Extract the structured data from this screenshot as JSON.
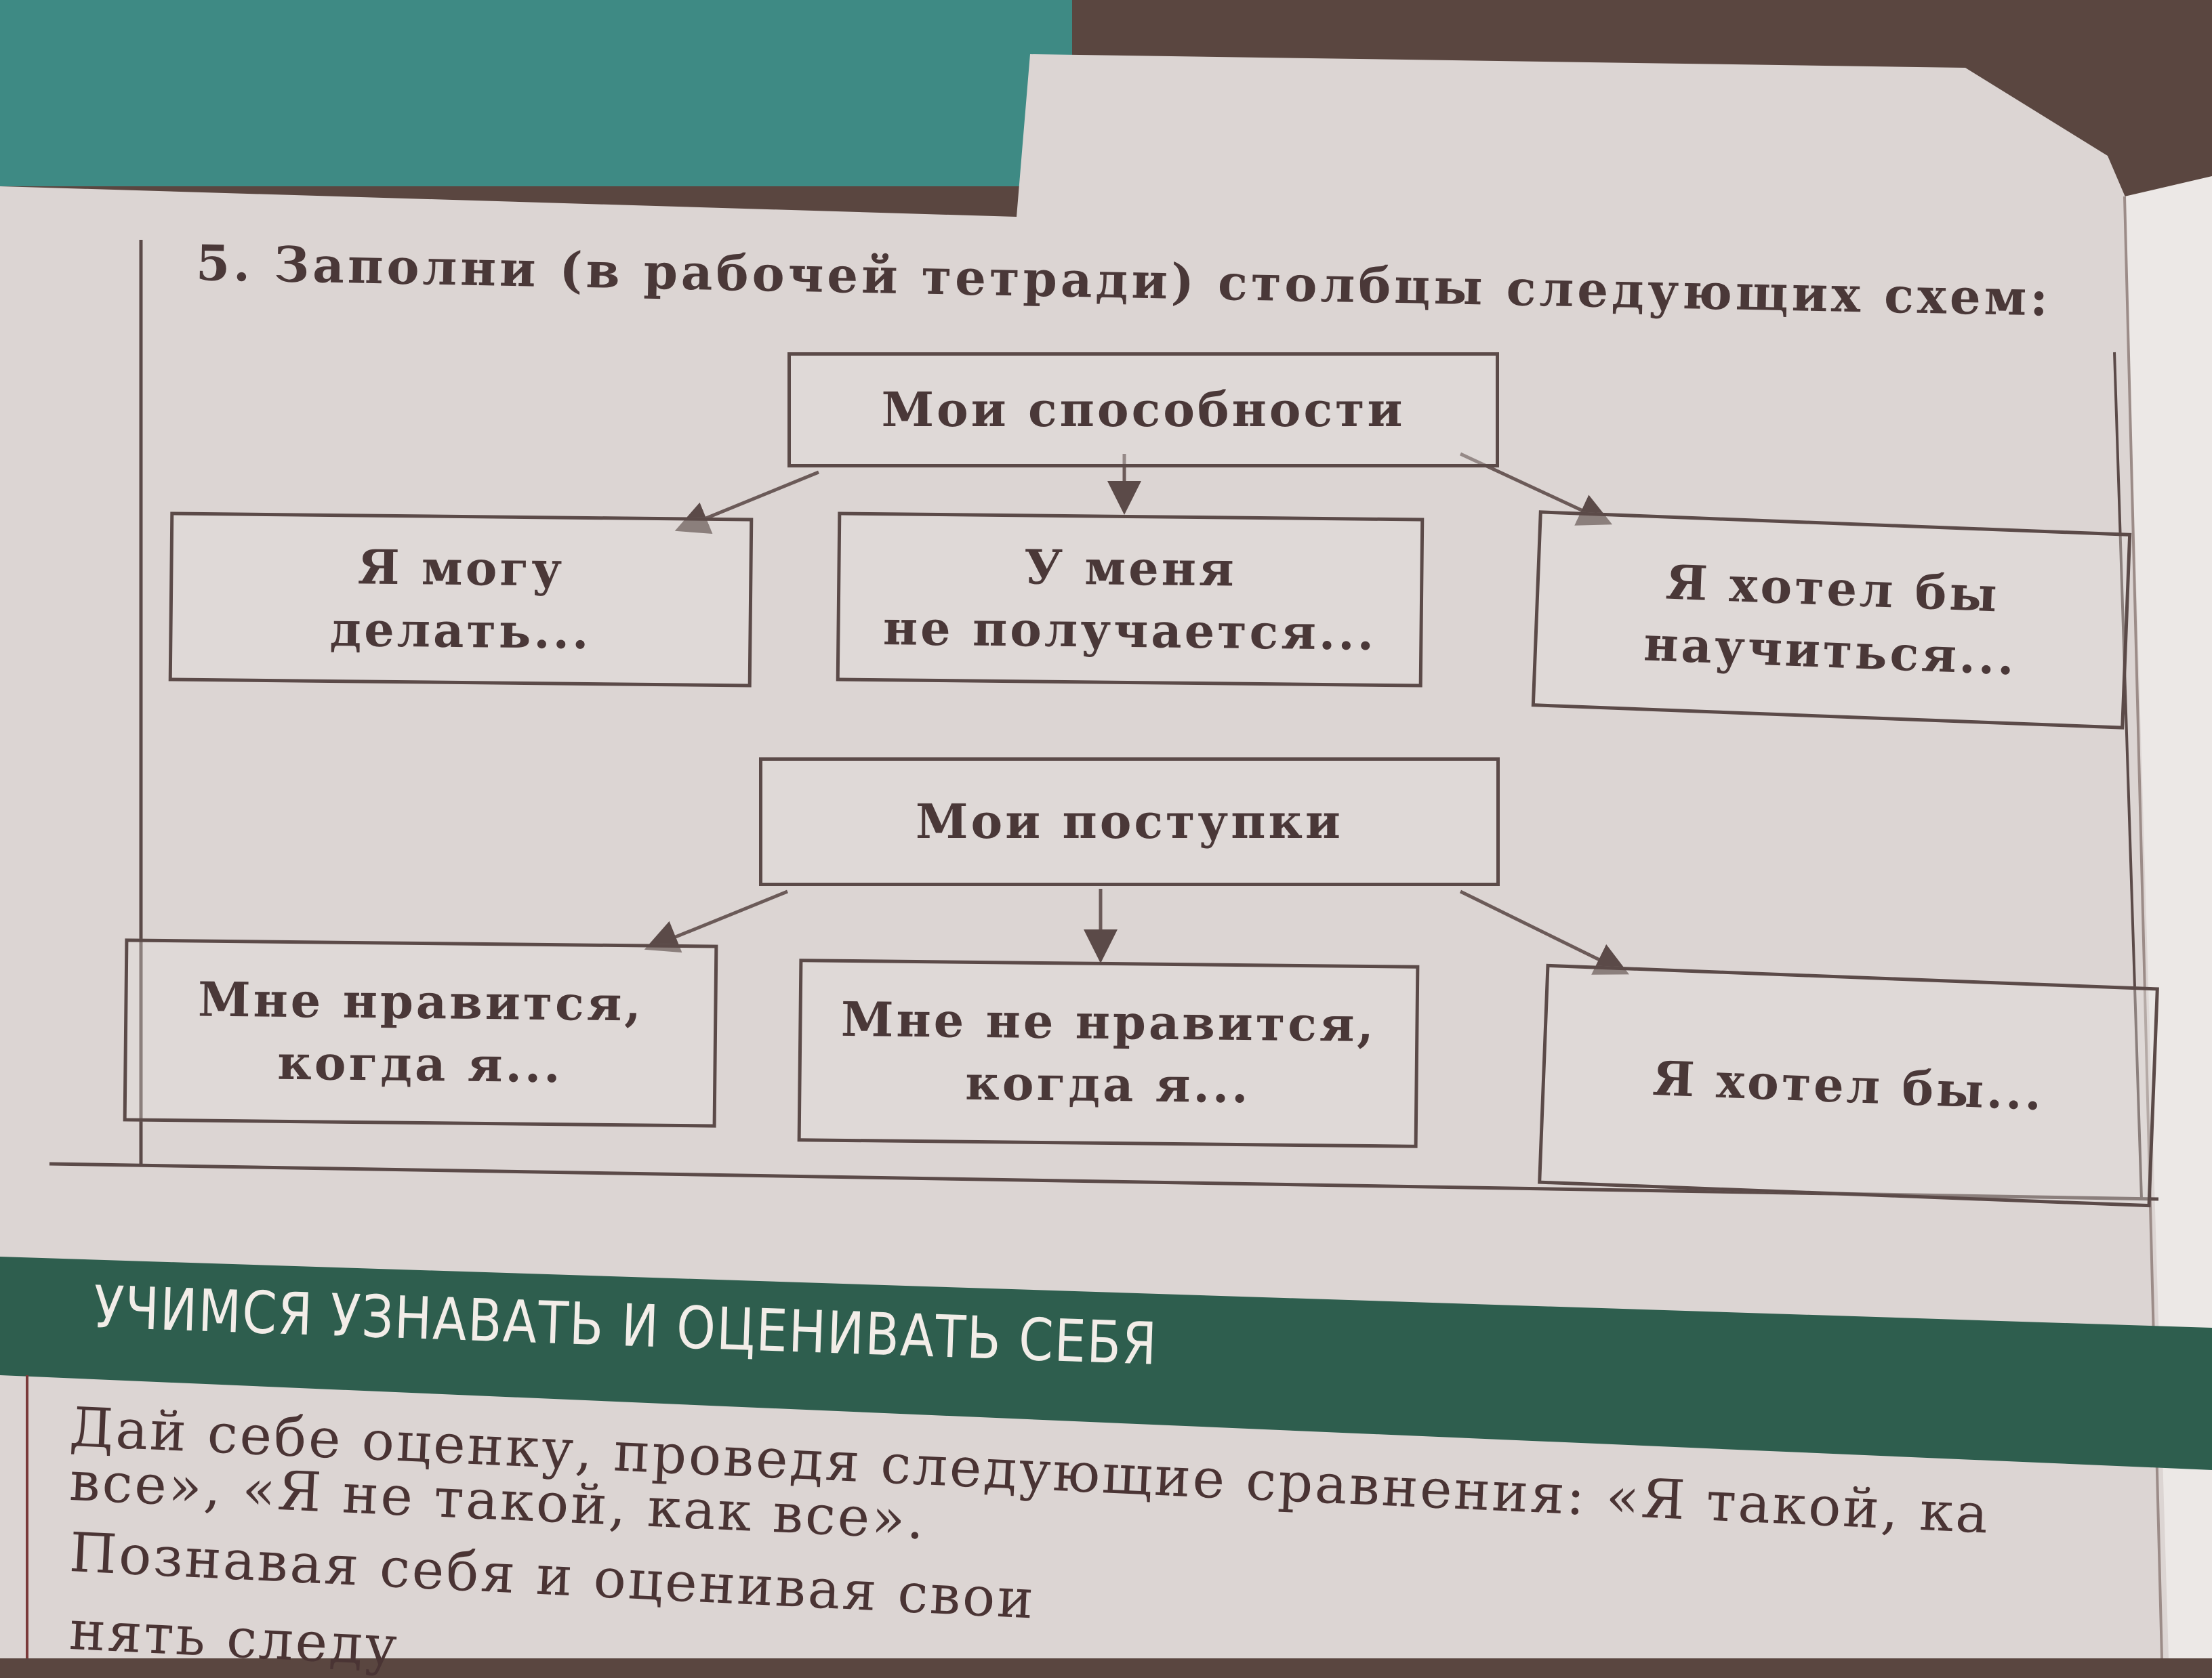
{
  "colors": {
    "page": "#dcd5d3",
    "teal": "#3e8a84",
    "band": "#2e5e4e",
    "ink": "#4a3838"
  },
  "exercise": {
    "title": "5. Заполни (в рабочей тетради) столбцы следующих схем:",
    "scheme1": {
      "root": "Мои способности",
      "children": [
        {
          "line1": "Я могу",
          "line2": "делать..."
        },
        {
          "line1": "У меня",
          "line2": "не получается..."
        },
        {
          "line1": "Я хотел бы",
          "line2": "научиться..."
        }
      ]
    },
    "scheme2": {
      "root": "Мои поступки",
      "children": [
        {
          "line1": "Мне нравится,",
          "line2": "когда я..."
        },
        {
          "line1": "Мне не нравится,",
          "line2": "когда я..."
        },
        {
          "line1": "Я хотел бы...",
          "line2": ""
        }
      ]
    }
  },
  "section": {
    "heading": "УЧИМСЯ УЗНАВАТЬ И ОЦЕНИВАТЬ СЕБЯ",
    "lines": [
      "Дай себе оценку, проведя следующие сравнения: «Я такой, ка",
      "все», «Я не такой, как все».",
      "Познавая себя и оценивая свои",
      "нять следу"
    ]
  }
}
